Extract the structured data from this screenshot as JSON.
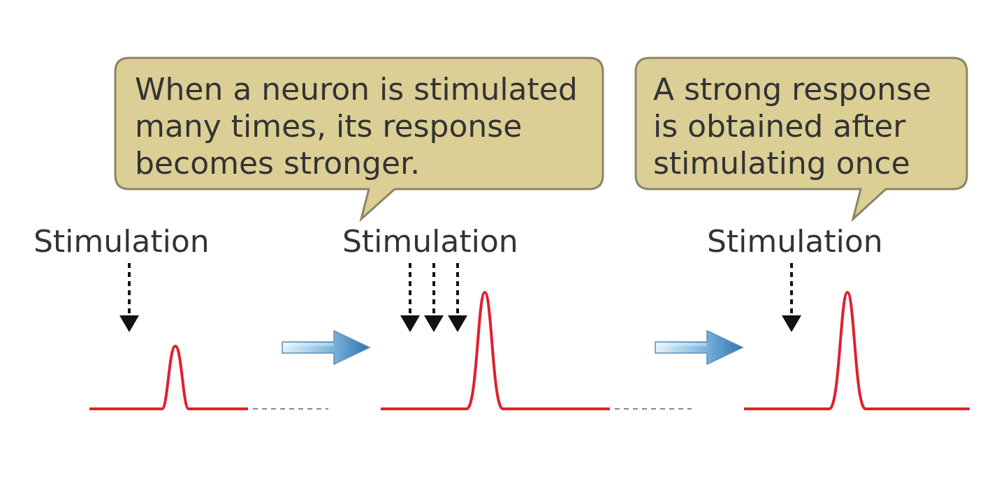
{
  "diagram": {
    "colors": {
      "bubble_fill": "#dbcf96",
      "bubble_stroke": "#8c8467",
      "trace": "#e01f2e",
      "arrow_light": "#d8ecf8",
      "arrow_dark": "#2e75b0",
      "stim_arrow": "#111111",
      "text": "#333333"
    },
    "bubbles": [
      {
        "lines": [
          "When a neuron is stimulated",
          "many times, its response",
          "becomes stronger."
        ]
      },
      {
        "lines": [
          "A strong response",
          "is obtained after",
          "stimulating once"
        ]
      }
    ],
    "stimulation_labels": [
      "Stimulation",
      "Stimulation",
      "Stimulation"
    ],
    "stages": [
      {
        "stimulus_count": 1,
        "response": "small"
      },
      {
        "stimulus_count": 3,
        "response": "large"
      },
      {
        "stimulus_count": 1,
        "response": "large"
      }
    ]
  }
}
